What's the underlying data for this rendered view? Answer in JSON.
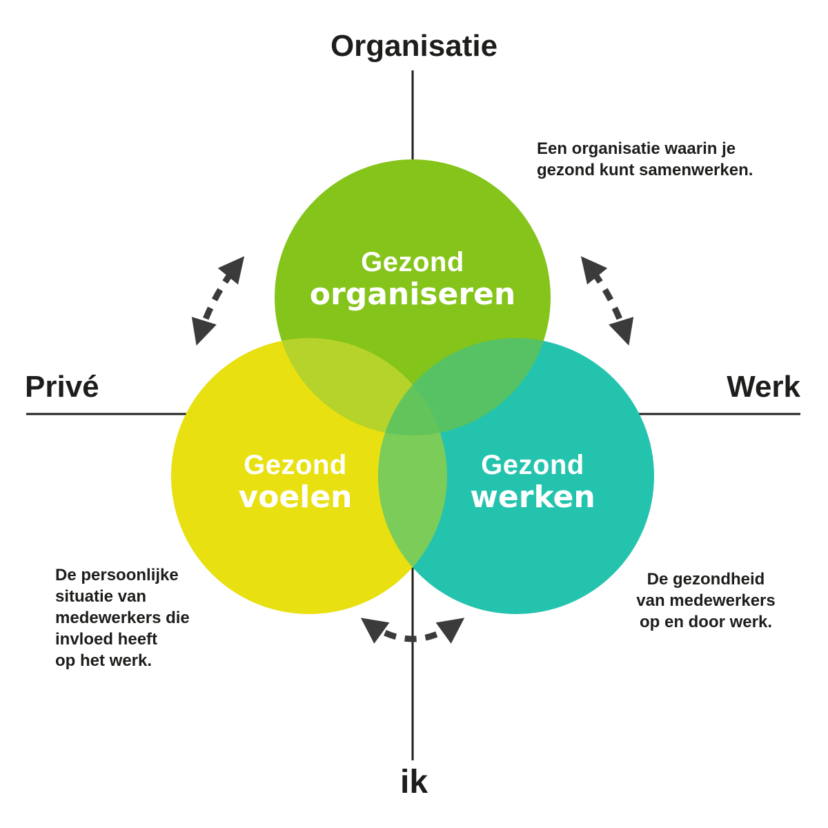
{
  "axes": {
    "top": "Organisatie",
    "left": "Privé",
    "right": "Werk",
    "bottom": "ik"
  },
  "circles": {
    "organiseren": {
      "line1": "Gezond",
      "line2": "organiseren"
    },
    "voelen": {
      "line1": "Gezond",
      "line2": "voelen"
    },
    "werken": {
      "line1": "Gezond",
      "line2": "werken"
    }
  },
  "annotations": {
    "top_right": {
      "lines": [
        "Een organisatie waarin je",
        "gezond kunt samenwerken."
      ]
    },
    "bottom_left": {
      "lines": [
        "De persoonlijke",
        "situatie van",
        "medewerkers die",
        "invloed heeft",
        "op het werk."
      ]
    },
    "bottom_right": {
      "lines": [
        "De gezondheid",
        "van medewerkers",
        "op en door werk."
      ]
    }
  },
  "colors": {
    "green": "#85c41a",
    "yellow": "#e8e011",
    "teal": "#24c3ae",
    "overlap_green_yellow": "#b6d32b",
    "overlap_green_teal": "#57c263",
    "overlap_yellow_teal": "#7ccc5a",
    "overlap_center": "#62c45a",
    "axis": "#1d1d1b",
    "arrow": "#3b3b3b",
    "circle_text": "#ffffff"
  }
}
